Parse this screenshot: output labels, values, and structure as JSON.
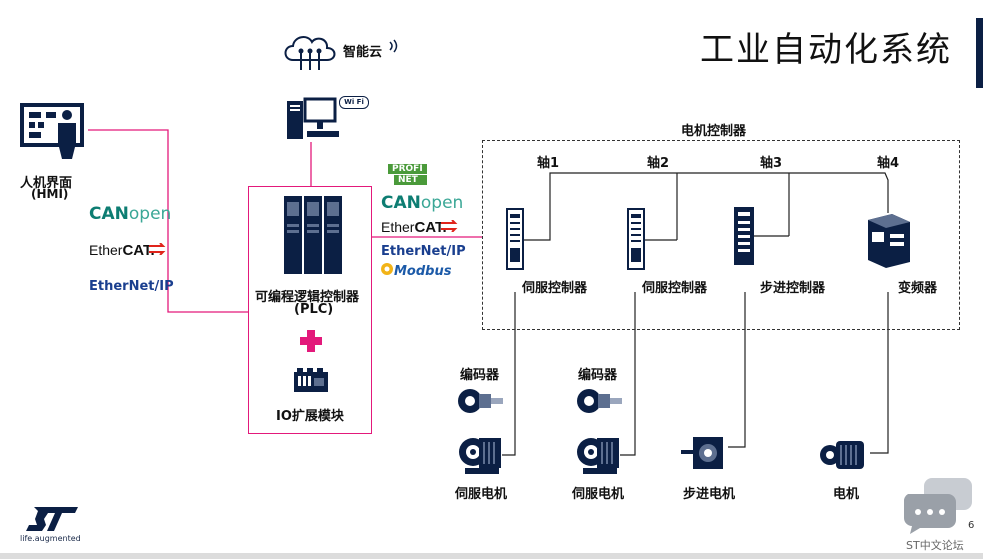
{
  "slide_title": "工业自动化系统",
  "cloud_label": "智能云",
  "wifi_badge": "Wi Fi",
  "hmi": {
    "name": "人机界面",
    "sub": "(HMI)"
  },
  "left_protocols": {
    "canopen_a": "CAN",
    "canopen_b": "open",
    "ethercat_a": "Ether",
    "ethercat_b": "CAT.",
    "ethernetip": "EtherNet/IP"
  },
  "mid_protocols": {
    "profinet_a": "PROFI",
    "profinet_b": "NET",
    "canopen_a": "CAN",
    "canopen_b": "open",
    "ethercat_a": "Ether",
    "ethercat_b": "CAT.",
    "ethernetip": "EtherNet/IP",
    "modbus": "Modbus"
  },
  "plc": {
    "name": "可编程逻辑控制器",
    "sub": "(PLC)",
    "plus": "+",
    "io": "IO扩展模块"
  },
  "motor_controllers": {
    "title": "电机控制器",
    "axes": [
      "轴1",
      "轴2",
      "轴3",
      "轴4"
    ],
    "devices": [
      "伺服控制器",
      "伺服控制器",
      "步进控制器",
      "变频器"
    ]
  },
  "encoders": [
    "编码器",
    "编码器"
  ],
  "motors": [
    "伺服电机",
    "伺服电机",
    "步进电机",
    "电机"
  ],
  "brand": {
    "logo": "ST",
    "tagline": "life.augmented"
  },
  "page_number": "6",
  "forum": "ST中文论坛",
  "colors": {
    "navy": "#0b1f44",
    "magenta": "#e3197b",
    "teal": "#0d7d72"
  }
}
